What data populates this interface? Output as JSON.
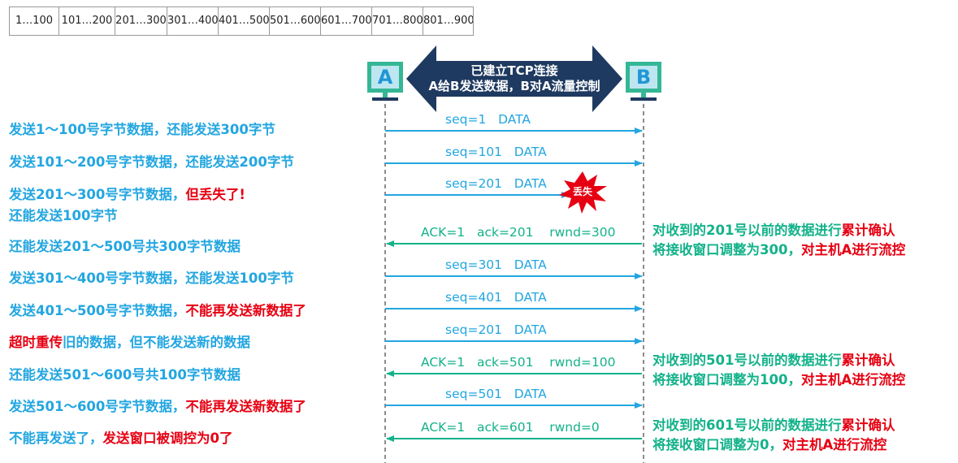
{
  "seq_table": [
    "1…100",
    "101…200",
    "201…300",
    "301…400",
    "401…500",
    "501…600",
    "601…700",
    "701…800",
    "801…900"
  ],
  "hosts": {
    "a": "A",
    "b": "B"
  },
  "connection": {
    "line1": "已建立TCP连接",
    "line2": "A给B发送数据，B对A流量控制"
  },
  "colors": {
    "blue": "#23a6e0",
    "red": "#e60012",
    "green": "#13b28a",
    "arrow_navy": "#1f3a60",
    "host_green": "#35b795"
  },
  "left_notes": [
    {
      "parts": [
        {
          "text": "发送1～100号字节数据，还能发送300字节",
          "color": "blue"
        }
      ]
    },
    {
      "parts": [
        {
          "text": "发送101～200号字节数据，还能发送200字节",
          "color": "blue"
        }
      ]
    },
    {
      "parts": [
        {
          "text": "发送201～300号字节数据，",
          "color": "blue"
        },
        {
          "text": "但丢失了!",
          "color": "red"
        }
      ]
    },
    {
      "parts": [
        {
          "text": "还能发送100字节",
          "color": "blue"
        }
      ]
    },
    {
      "parts": [
        {
          "text": "还能发送201～500号共300字节数据",
          "color": "blue"
        }
      ]
    },
    {
      "parts": [
        {
          "text": "发送301～400号字节数据，还能发送100字节",
          "color": "blue"
        }
      ]
    },
    {
      "parts": [
        {
          "text": "发送401～500号字节数据，",
          "color": "blue"
        },
        {
          "text": "不能再发送新数据了",
          "color": "red"
        }
      ]
    },
    {
      "parts": [
        {
          "text": "超时重传",
          "color": "red"
        },
        {
          "text": "旧的数据，但不能发送新的数据",
          "color": "blue"
        }
      ]
    },
    {
      "parts": [
        {
          "text": "还能发送501～600号共100字节数据",
          "color": "blue"
        }
      ]
    },
    {
      "parts": [
        {
          "text": "发送501～600号字节数据，",
          "color": "blue"
        },
        {
          "text": "不能再发送新数据了",
          "color": "red"
        }
      ]
    },
    {
      "parts": [
        {
          "text": "不能再发送了，",
          "color": "blue"
        },
        {
          "text": "发送窗口被调控为0了",
          "color": "red"
        }
      ]
    }
  ],
  "messages": [
    {
      "label": "seq=1   DATA",
      "direction": "AtoB",
      "lost": false
    },
    {
      "label": "seq=101   DATA",
      "direction": "AtoB",
      "lost": false
    },
    {
      "label": "seq=201   DATA",
      "direction": "AtoB",
      "lost": true
    },
    {
      "label": "ACK=1   ack=201    rwnd=300",
      "direction": "BtoA",
      "lost": false
    },
    {
      "label": "seq=301   DATA",
      "direction": "AtoB",
      "lost": false
    },
    {
      "label": "seq=401   DATA",
      "direction": "AtoB",
      "lost": false
    },
    {
      "label": "seq=201   DATA",
      "direction": "AtoB",
      "lost": false
    },
    {
      "label": "ACK=1   ack=501    rwnd=100",
      "direction": "BtoA",
      "lost": false
    },
    {
      "label": "seq=501   DATA",
      "direction": "AtoB",
      "lost": false
    },
    {
      "label": "ACK=1   ack=601    rwnd=0",
      "direction": "BtoA",
      "lost": false
    }
  ],
  "loss_label": "丢失",
  "right_notes": [
    {
      "line1": [
        {
          "text": "对收到的201号以前的数据进行",
          "color": "green"
        },
        {
          "text": "累计确认",
          "color": "red"
        }
      ],
      "line2": [
        {
          "text": "将接收窗口调整为300，",
          "color": "green"
        },
        {
          "text": "对主机A进行流控",
          "color": "red"
        }
      ]
    },
    {
      "line1": [
        {
          "text": "对收到的501号以前的数据进行",
          "color": "green"
        },
        {
          "text": "累计确认",
          "color": "red"
        }
      ],
      "line2": [
        {
          "text": "将接收窗口调整为100，",
          "color": "green"
        },
        {
          "text": "对主机A进行流控",
          "color": "red"
        }
      ]
    },
    {
      "line1": [
        {
          "text": "对收到的601号以前的数据进行",
          "color": "green"
        },
        {
          "text": "累计确认",
          "color": "red"
        }
      ],
      "line2": [
        {
          "text": "将接收窗口调整为0，",
          "color": "green"
        },
        {
          "text": "对主机A进行流控",
          "color": "red"
        }
      ]
    }
  ]
}
